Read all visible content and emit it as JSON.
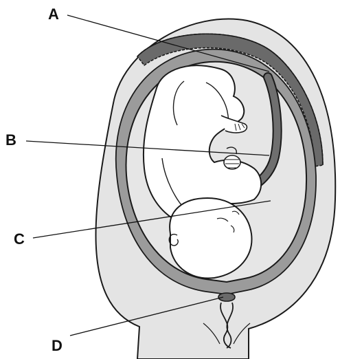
{
  "labels": {
    "a": "A",
    "b": "B",
    "c": "C",
    "d": "D"
  },
  "colors": {
    "uterine_wall": "#e4e4e4",
    "placenta": "#6a6a6a",
    "cord": "#6f6f6f",
    "membrane": "#9b9b9b",
    "amniotic_fluid": "#e6e6e6",
    "fetus": "#ffffff",
    "outline": "#1a1a1a"
  },
  "icons": {
    "fetus": "fetus-illustration",
    "placenta": "placenta-illustration",
    "umbilical_cord": "umbilical-cord-illustration",
    "cervix": "cervix-mucus-plug-illustration"
  }
}
